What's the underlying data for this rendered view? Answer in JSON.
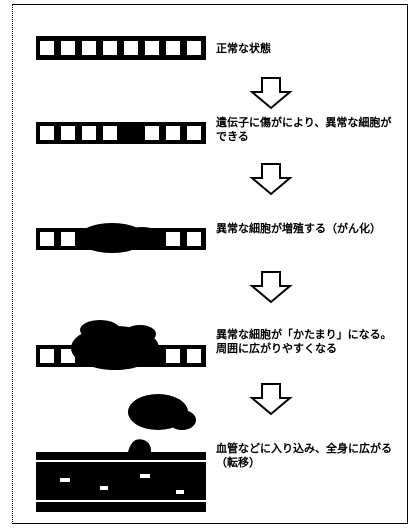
{
  "stages": [
    {
      "label": "正常な状態"
    },
    {
      "label": "遺伝子に傷がにより、異常な細胞ができる"
    },
    {
      "label": "異常な細胞が増殖する（がん化）"
    },
    {
      "label": "異常な細胞が「かたまり」になる。周囲に広がりやすくなる"
    },
    {
      "label": "血管などに入り込み、全身に広がる（転移）"
    }
  ]
}
